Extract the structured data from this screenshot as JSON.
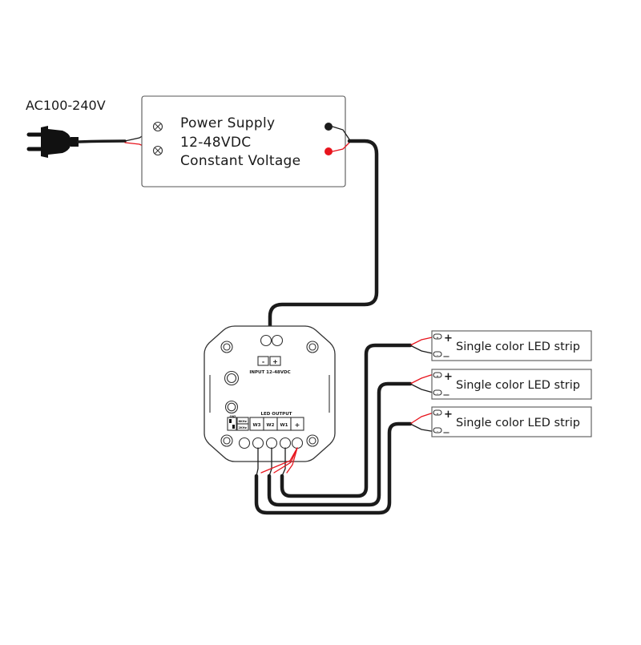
{
  "diagram": {
    "ac_input": {
      "label": "AC100-240V"
    },
    "power_supply": {
      "line1": "Power Supply",
      "line2": "12-48VDC",
      "line3": "Constant Voltage"
    },
    "controller": {
      "input_label": "INPUT 12-48VDC",
      "input_minus": "-",
      "input_plus": "+",
      "led_output_label": "LED OUTPUT",
      "dip_labels": [
        "8KHz",
        "2KHz"
      ],
      "dip_marks": [
        "ON",
        "2"
      ],
      "outputs": [
        "W3",
        "W2",
        "W1",
        "+"
      ]
    },
    "strips": [
      {
        "label": "Single color LED strip",
        "plus": "+",
        "minus": "—",
        "pad_plus": "+",
        "pad_minus": "-"
      },
      {
        "label": "Single color LED strip",
        "plus": "+",
        "minus": "—",
        "pad_plus": "+",
        "pad_minus": "-"
      },
      {
        "label": "Single color LED strip",
        "plus": "+",
        "minus": "—",
        "pad_plus": "+",
        "pad_minus": "-"
      }
    ],
    "colors": {
      "positive_wire": "#e8141d",
      "negative_wire": "#1b1b1b",
      "outline": "#555555"
    },
    "icons": [
      "ac-plug-icon",
      "screw-terminal-icon",
      "mounting-hole-icon"
    ]
  }
}
